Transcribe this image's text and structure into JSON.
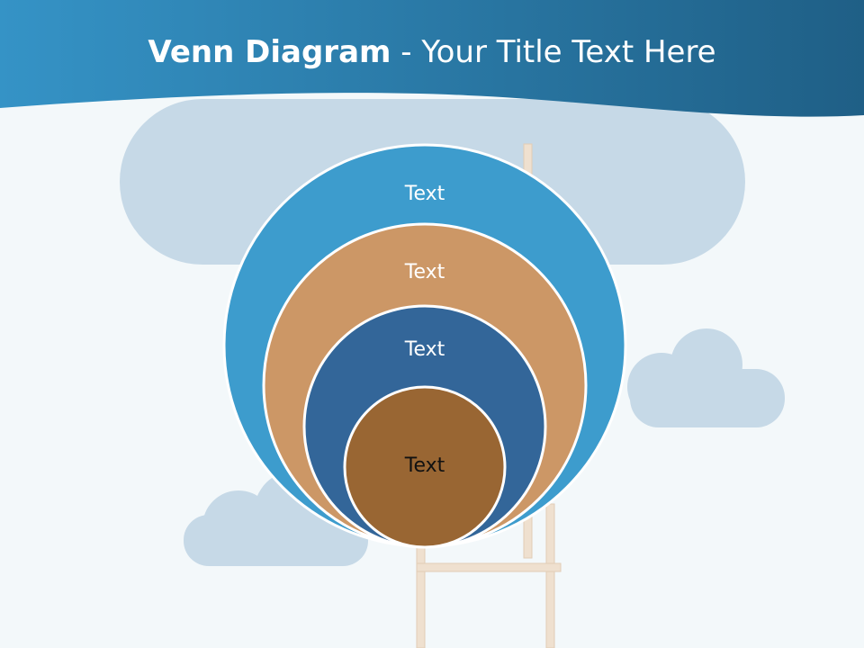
{
  "slide": {
    "title_bold": "Venn Diagram",
    "title_rest": " - Your Title Text Here"
  },
  "colors": {
    "header_dark": "#1f5f86",
    "header_light": "#3593c6",
    "cloud": "#c6d9e7",
    "ring_1": "#3d9ccd",
    "ring_2": "#cc9766",
    "ring_3": "#336699",
    "ring_4": "#996633",
    "ladder": "#efe0cf"
  },
  "venn": {
    "labels": [
      "Text",
      "Text",
      "Text",
      "Text"
    ]
  }
}
